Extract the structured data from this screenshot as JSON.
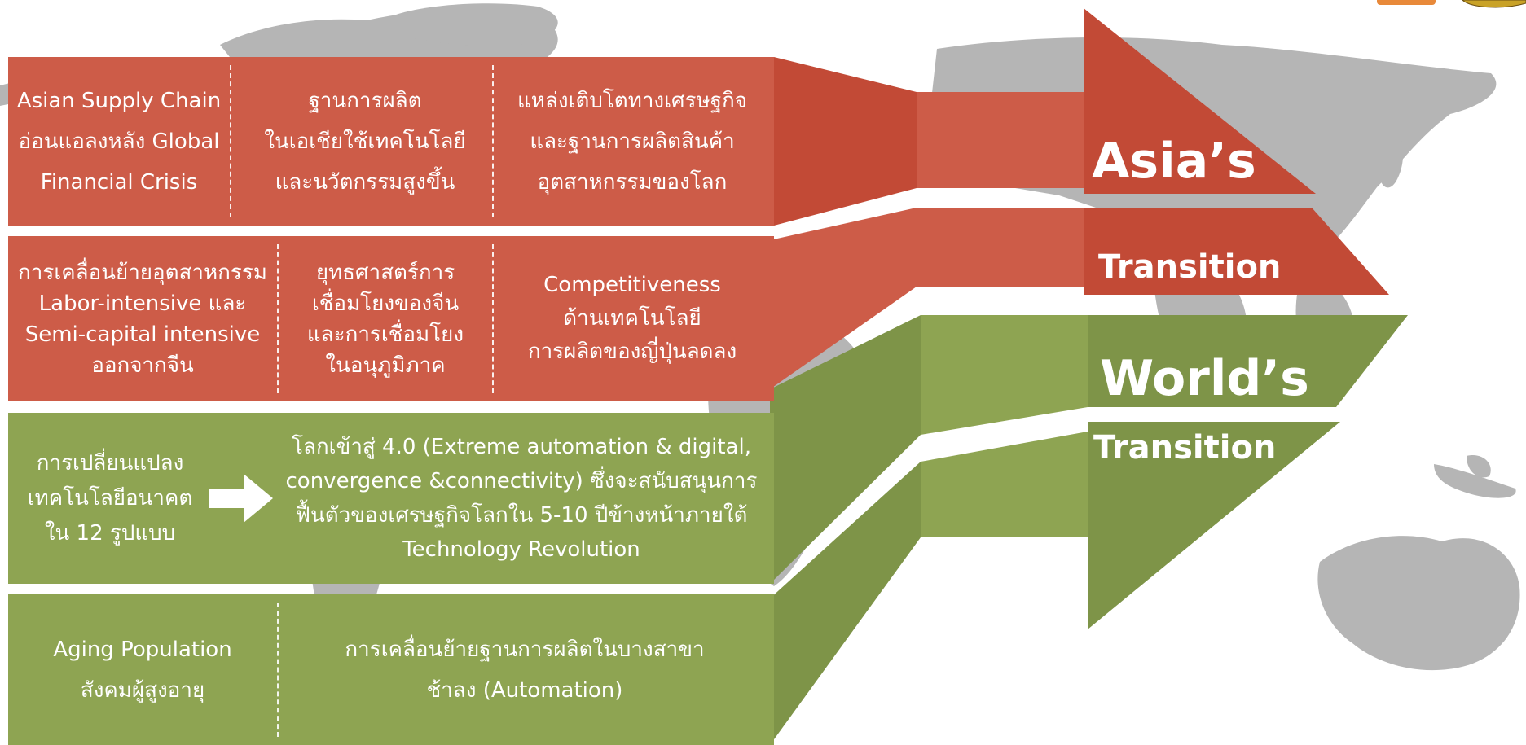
{
  "rows": [
    {
      "cells": [
        {
          "lines": [
            "Asian Supply Chain",
            "อ่อนแอลงหลัง Global",
            "Financial Crisis"
          ]
        },
        {
          "lines": [
            "ฐานการผลิต",
            "ในเอเชียใช้เทคโนโลยี",
            "และนวัตกรรมสูงขึ้น"
          ]
        },
        {
          "lines": [
            "แหล่งเติบโตทางเศรษฐกิจ",
            "และฐานการผลิตสินค้า",
            "อุตสาหกรรมของโลก"
          ]
        }
      ]
    },
    {
      "cells": [
        {
          "lines": [
            "การเคลื่อนย้ายอุตสาหกรรม",
            "Labor-intensive และ",
            "Semi-capital intensive",
            "ออกจากจีน"
          ]
        },
        {
          "lines": [
            "ยุทธศาสตร์การ",
            "เชื่อมโยงของจีน",
            "และการเชื่อมโยง",
            "ในอนุภูมิภาค"
          ]
        },
        {
          "lines": [
            "Competitiveness",
            "ด้านเทคโนโลยี",
            "การผลิตของญี่ปุ่นลดลง"
          ]
        }
      ]
    },
    {
      "cells": [
        {
          "lines": [
            "การเปลี่ยนแปลง",
            "เทคโนโลยีอนาคต",
            "ใน 12 รูปแบบ"
          ]
        },
        {
          "lines": [
            "โลกเข้าสู่ 4.0 (Extreme automation & digital,",
            "convergence &connectivity) ซึ่งจะสนับสนุนการ",
            "ฟื้นตัวของเศรษฐกิจโลกใน 5-10 ปีข้างหน้าภายใต้",
            "Technology Revolution"
          ]
        }
      ]
    },
    {
      "cells": [
        {
          "lines": [
            "Aging Population",
            "สังคมผู้สูงอายุ"
          ]
        },
        {
          "lines": [
            "การเคลื่อนย้ายฐานการผลิตในบางสาขา",
            "ช้าลง (Automation)"
          ]
        }
      ]
    }
  ],
  "labels": {
    "asia": "Asia’s",
    "asia_transition": "Transition",
    "world": "World’s",
    "world_transition": "Transition"
  },
  "colors": {
    "red": "#cd5c48",
    "red_dark": "#c24a36",
    "green": "#8ea452",
    "green_dark": "#7e9448",
    "map": "#b5b5b5"
  }
}
